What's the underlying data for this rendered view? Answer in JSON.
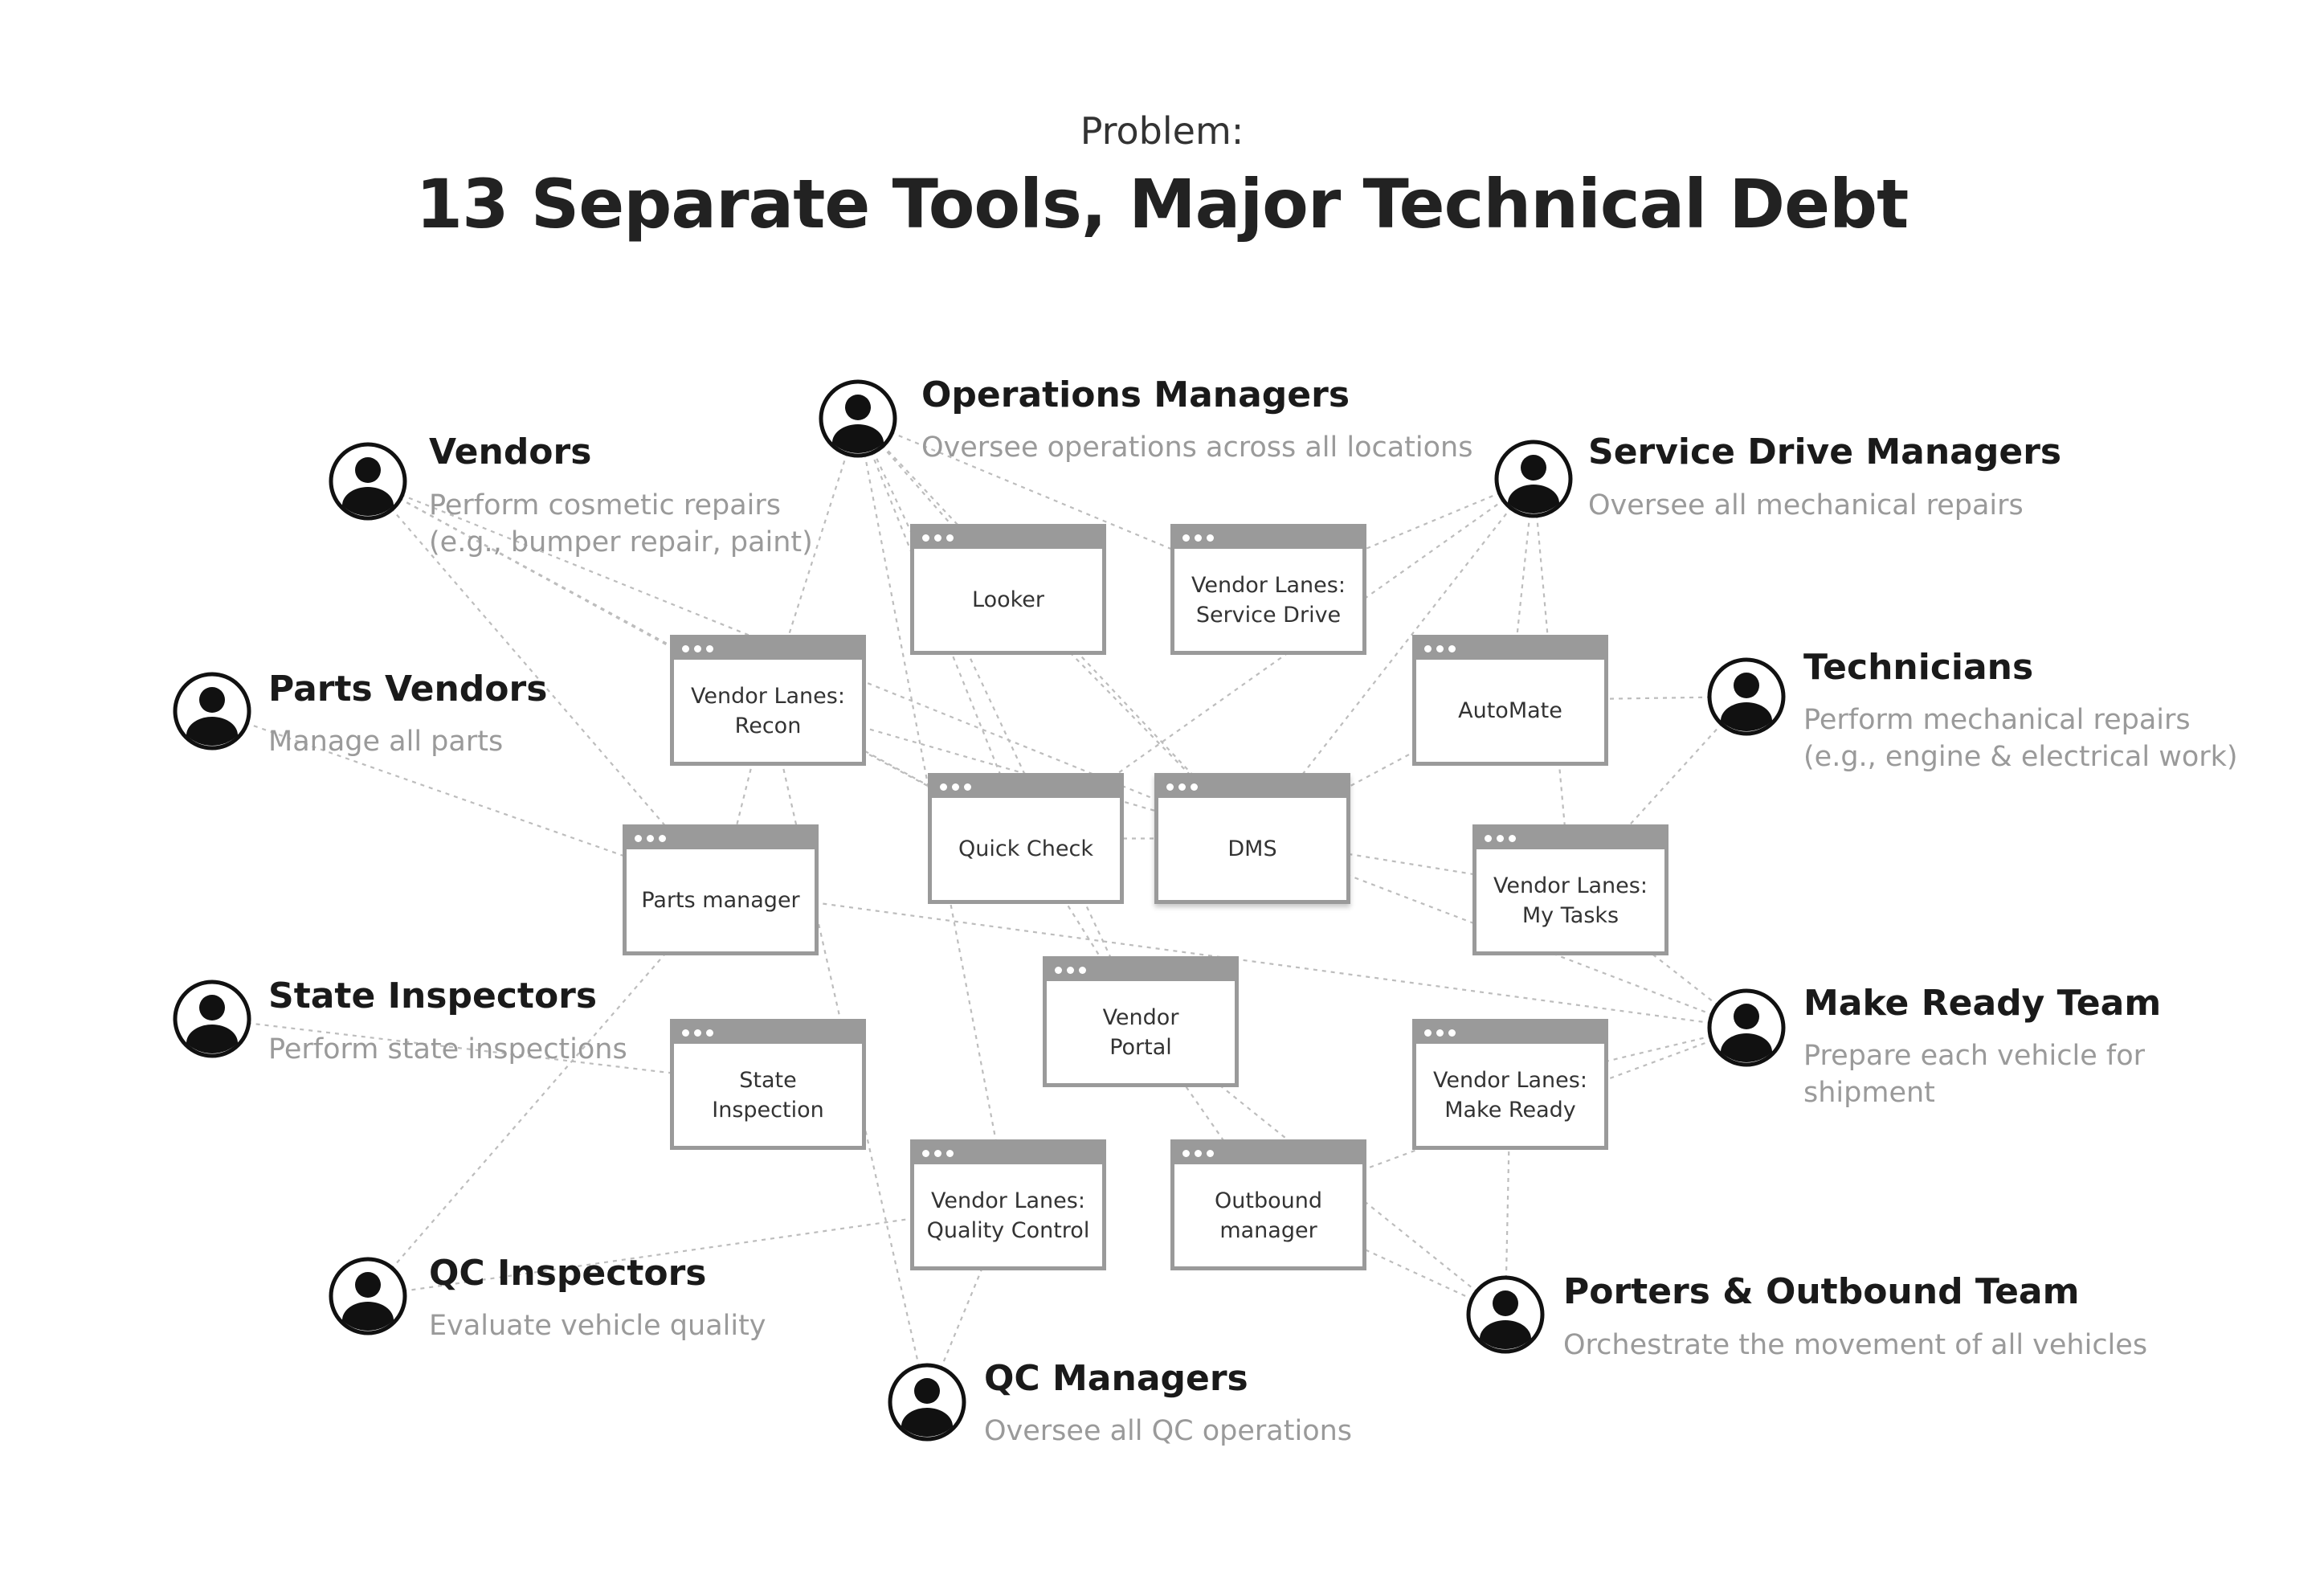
{
  "header": {
    "subtitle": "Problem:",
    "title": "13 Separate Tools, Major Technical Debt"
  },
  "tools": [
    {
      "id": "looker",
      "label": "Looker"
    },
    {
      "id": "vl_service",
      "label": "Vendor Lanes:\nService Drive"
    },
    {
      "id": "vl_recon",
      "label": "Vendor Lanes:\nRecon"
    },
    {
      "id": "automate",
      "label": "AutoMate"
    },
    {
      "id": "quick_check",
      "label": "Quick Check"
    },
    {
      "id": "dms",
      "label": "DMS"
    },
    {
      "id": "parts_mgr",
      "label": "Parts manager"
    },
    {
      "id": "vl_mytasks",
      "label": "Vendor Lanes:\nMy Tasks"
    },
    {
      "id": "vendor_portal",
      "label": "Vendor\nPortal"
    },
    {
      "id": "state_insp",
      "label": "State\nInspection"
    },
    {
      "id": "vl_makeready",
      "label": "Vendor Lanes:\nMake Ready"
    },
    {
      "id": "vl_qc",
      "label": "Vendor Lanes:\nQuality Control"
    },
    {
      "id": "outbound",
      "label": "Outbound\nmanager"
    }
  ],
  "personas": [
    {
      "id": "ops",
      "name": "Operations Managers",
      "description": "Oversee operations across all locations"
    },
    {
      "id": "vendors",
      "name": "Vendors",
      "description": "Perform cosmetic repairs\n(e.g., bumper repair, paint)"
    },
    {
      "id": "sdm",
      "name": "Service Drive Managers",
      "description": "Oversee all mechanical repairs"
    },
    {
      "id": "parts_vendors",
      "name": "Parts Vendors",
      "description": "Manage all parts"
    },
    {
      "id": "techs",
      "name": "Technicians",
      "description": "Perform mechanical repairs\n(e.g., engine & electrical work)"
    },
    {
      "id": "state_inspectors",
      "name": "State Inspectors",
      "description": "Perform state inspections"
    },
    {
      "id": "make_ready",
      "name": "Make Ready Team",
      "description": "Prepare each vehicle for\nshipment"
    },
    {
      "id": "qc_inspectors",
      "name": "QC Inspectors",
      "description": "Evaluate vehicle quality"
    },
    {
      "id": "porters",
      "name": "Porters & Outbound Team",
      "description": "Orchestrate the movement of all vehicles"
    },
    {
      "id": "qc_managers",
      "name": "QC Managers",
      "description": "Oversee all QC operations"
    }
  ],
  "connections": [
    [
      "ops",
      "looker"
    ],
    [
      "ops",
      "vl_service"
    ],
    [
      "ops",
      "vl_recon"
    ],
    [
      "ops",
      "quick_check"
    ],
    [
      "ops",
      "dms"
    ],
    [
      "ops",
      "vl_qc"
    ],
    [
      "ops",
      "vendor_portal"
    ],
    [
      "vendors",
      "vl_recon"
    ],
    [
      "vendors",
      "parts_mgr"
    ],
    [
      "vendors",
      "dms"
    ],
    [
      "vendors",
      "quick_check"
    ],
    [
      "parts_vendors",
      "parts_mgr"
    ],
    [
      "sdm",
      "vl_service"
    ],
    [
      "sdm",
      "automate"
    ],
    [
      "sdm",
      "dms"
    ],
    [
      "sdm",
      "vl_mytasks"
    ],
    [
      "sdm",
      "quick_check"
    ],
    [
      "techs",
      "automate"
    ],
    [
      "techs",
      "vl_mytasks"
    ],
    [
      "state_inspectors",
      "state_insp"
    ],
    [
      "make_ready",
      "vl_makeready"
    ],
    [
      "make_ready",
      "vl_mytasks"
    ],
    [
      "make_ready",
      "dms"
    ],
    [
      "make_ready",
      "parts_mgr"
    ],
    [
      "make_ready",
      "outbound"
    ],
    [
      "qc_inspectors",
      "vl_qc"
    ],
    [
      "qc_inspectors",
      "parts_mgr"
    ],
    [
      "porters",
      "outbound"
    ],
    [
      "porters",
      "vendor_portal"
    ],
    [
      "porters",
      "vl_makeready"
    ],
    [
      "qc_managers",
      "vl_qc"
    ],
    [
      "qc_managers",
      "vl_recon"
    ],
    [
      "looker",
      "dms"
    ],
    [
      "vl_recon",
      "quick_check"
    ],
    [
      "vl_recon",
      "parts_mgr"
    ],
    [
      "vl_recon",
      "dms"
    ],
    [
      "quick_check",
      "dms"
    ],
    [
      "automate",
      "dms"
    ],
    [
      "dms",
      "vl_mytasks"
    ],
    [
      "quick_check",
      "vendor_portal"
    ],
    [
      "vendor_portal",
      "outbound"
    ]
  ]
}
